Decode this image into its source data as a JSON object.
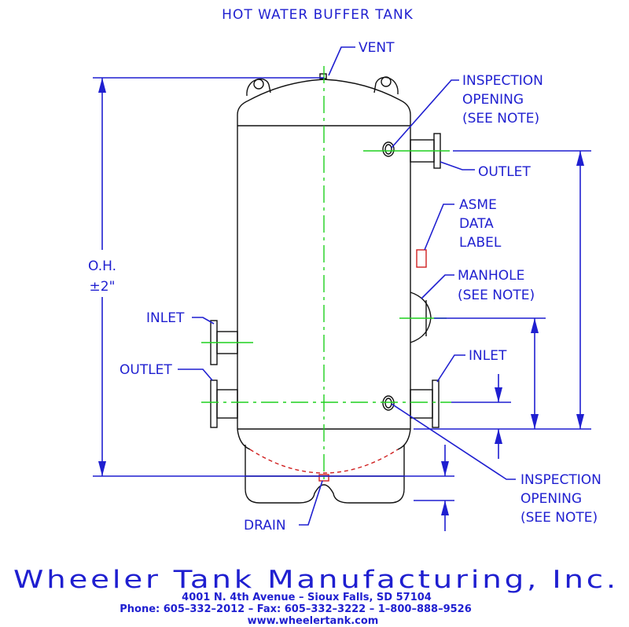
{
  "title": "HOT WATER BUFFER TANK",
  "labels": {
    "vent": "VENT",
    "inspection_top_1": "INSPECTION",
    "inspection_top_2": "OPENING",
    "inspection_top_3": "(SEE NOTE)",
    "outlet_right": "OUTLET",
    "asme_1": "ASME",
    "asme_2": "DATA",
    "asme_3": "LABEL",
    "manhole_1": "MANHOLE",
    "manhole_2": "(SEE NOTE)",
    "inlet_left": "INLET",
    "outlet_left": "OUTLET",
    "inlet_right": "INLET",
    "inspection_bottom_1": "INSPECTION",
    "inspection_bottom_2": "OPENING",
    "inspection_bottom_3": "(SEE NOTE)",
    "drain": "DRAIN",
    "oh_1": "O.H.",
    "oh_2": "±2\""
  },
  "footer": {
    "company": "Wheeler Tank Manufacturing, Inc.",
    "address": "4001 N. 4th Avenue  –  Sioux Falls, SD 57104",
    "phones": "Phone: 605–332–2012  –  Fax: 605–332–3222  –  1–800–888–9526",
    "website": "www.wheelertank.com"
  },
  "colors": {
    "annotation": "#1f1fd0",
    "centerline": "#1fd01f",
    "outline": "#111111",
    "highlight": "#d02020"
  }
}
